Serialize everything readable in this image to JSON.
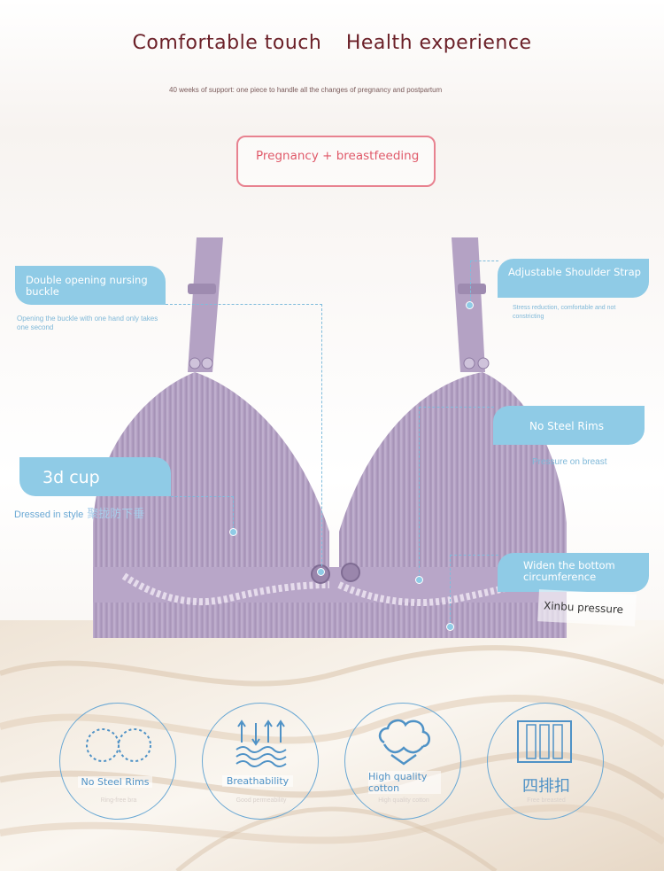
{
  "headline": {
    "left": "Comfortable touch",
    "right": "Health experience"
  },
  "subline": "40 weeks of support: one piece to handle all the changes of pregnancy and postpartum",
  "tag": "Pregnancy + breastfeeding",
  "callouts": {
    "double_opening": {
      "title": "Double opening nursing buckle",
      "note": "Opening the buckle with one hand only takes one second"
    },
    "shoulder_strap": {
      "title": "Adjustable Shoulder Strap",
      "note": "Stress reduction, comfortable and not constricting"
    },
    "no_steel": {
      "title": "No Steel Rims",
      "note": "Pressure on breast"
    },
    "cup": {
      "title": "3d cup",
      "note": "Dressed in style",
      "note_cn": "聚拢防下垂"
    },
    "widen": {
      "title": "Widen the bottom circumference",
      "note": "Xinbu pressure"
    }
  },
  "features": [
    {
      "label": "No Steel Rims",
      "sub": "Ring-free bra",
      "icon": "no-rim-icon"
    },
    {
      "label": "Breathability",
      "sub": "Good permeability",
      "icon": "breathability-icon"
    },
    {
      "label": "High quality cotton",
      "sub": "High quality cotton",
      "icon": "cotton-icon"
    },
    {
      "label": "四排扣",
      "sub": "Free breasted",
      "icon": "four-row-hooks-icon"
    }
  ],
  "colors": {
    "bra": "#b6a3c4",
    "accent_blue": "#8fcbe6",
    "headline": "#6b2028",
    "tag_pink": "#e05a6a"
  }
}
